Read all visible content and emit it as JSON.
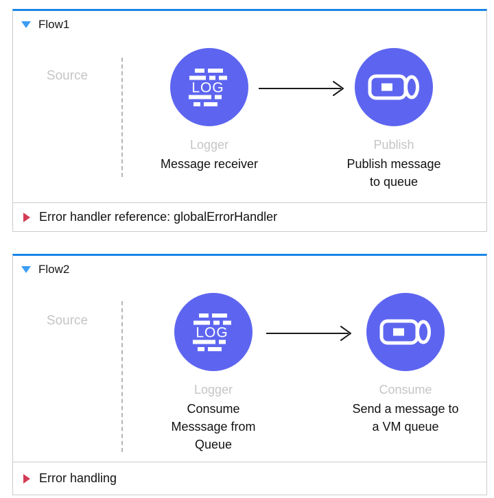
{
  "colors": {
    "flow_top_border_blue": "#1a85e8",
    "collapse_triangle_blue": "#3e9df3",
    "node_circle_purple": "#5d65f0",
    "error_triangle_red": "#d23c56",
    "muted_label_gray": "#c5c5c5",
    "container_border_gray": "#cbcbcb",
    "text_black": "#111111"
  },
  "flows": [
    {
      "title": "Flow1",
      "source_label": "Source",
      "nodes": [
        {
          "icon": "logger-icon",
          "icon_text": "LOG",
          "type_label": "Logger",
          "description": "Message receiver"
        },
        {
          "icon": "vm-queue-icon",
          "type_label": "Publish",
          "description": "Publish message\nto queue"
        }
      ],
      "footer_label": "Error handler reference: globalErrorHandler"
    },
    {
      "title": "Flow2",
      "source_label": "Source",
      "nodes": [
        {
          "icon": "logger-icon",
          "icon_text": "LOG",
          "type_label": "Logger",
          "description": "Consume\nMesssage from\nQueue"
        },
        {
          "icon": "vm-queue-icon",
          "type_label": "Consume",
          "description": "Send a message to\na VM queue"
        }
      ],
      "footer_label": "Error handling"
    }
  ]
}
